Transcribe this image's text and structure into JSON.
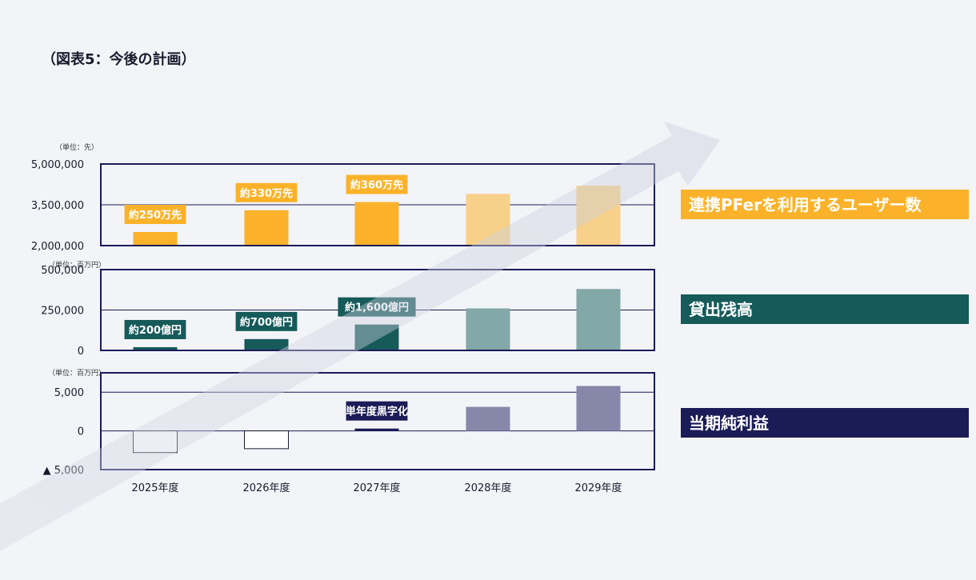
{
  "page_title": "（図表5：今後の計画）",
  "chart_data": [
    {
      "type": "bar",
      "unit_label": "（単位：先）",
      "categories": [
        "2025年度",
        "2026年度",
        "2027年度",
        "2028年度",
        "2029年度"
      ],
      "values": [
        2500000,
        3300000,
        3600000,
        3900000,
        4200000
      ],
      "projected_from_index": 3,
      "ylim": [
        2000000,
        5000000
      ],
      "yticks": [
        2000000,
        3500000,
        5000000
      ],
      "ytick_labels": [
        "2,000,000",
        "3,500,000",
        "5,000,000"
      ],
      "bar_labels": [
        "約250万先",
        "約330万先",
        "約360万先",
        "",
        ""
      ],
      "series_label": "連携PFerを利用するユーザー数",
      "color": "#fbb22a",
      "projected_color": "#f7d089",
      "label_bg": "#fbb22a",
      "label_fg": "#ffffff"
    },
    {
      "type": "bar",
      "unit_label": "（単位：百万円）",
      "categories": [
        "2025年度",
        "2026年度",
        "2027年度",
        "2028年度",
        "2029年度"
      ],
      "values": [
        20000,
        70000,
        160000,
        260000,
        380000
      ],
      "projected_from_index": 3,
      "ylim": [
        0,
        500000
      ],
      "yticks": [
        0,
        250000,
        500000
      ],
      "ytick_labels": [
        "0",
        "250,000",
        "500,000"
      ],
      "bar_labels": [
        "約200億円",
        "約700億円",
        "約1,600億円",
        "",
        ""
      ],
      "series_label": "貸出残高",
      "color": "#165a5a",
      "projected_color": "#82a8a7",
      "label_bg": "#165a5a",
      "label_fg": "#ffffff"
    },
    {
      "type": "bar",
      "unit_label": "（単位：百万円）",
      "categories": [
        "2025年度",
        "2026年度",
        "2027年度",
        "2028年度",
        "2029年度"
      ],
      "values": [
        -2800,
        -2300,
        300,
        3100,
        5800
      ],
      "projected_from_index": 3,
      "ylim": [
        -5000,
        7500
      ],
      "yticks": [
        -5000,
        0,
        5000
      ],
      "ytick_labels": [
        "▲ 5,000",
        "0",
        "5,000"
      ],
      "bar_labels": [
        "",
        "",
        "単年度黒字化",
        "",
        ""
      ],
      "series_label": "当期純利益",
      "color": "#1b1b57",
      "negative_color": "#ffffff",
      "projected_color": "#8787aa",
      "label_bg": "#1b1b57",
      "label_fg": "#ffffff"
    }
  ]
}
